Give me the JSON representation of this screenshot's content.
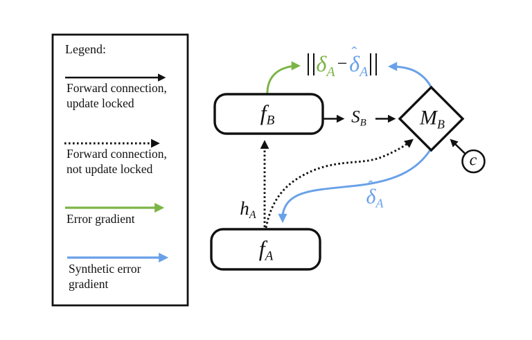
{
  "colors": {
    "ink": "#111111",
    "green": "#7cb446",
    "blue": "#69a1e8",
    "paper": "#ffffff"
  },
  "legend": {
    "title": "Legend:",
    "items": [
      {
        "icon": "black-solid-arrow",
        "line1": "Forward connection,",
        "line2": "update locked"
      },
      {
        "icon": "black-dotted-arrow",
        "line1": "Forward connection,",
        "line2": "not update locked"
      },
      {
        "icon": "green-arrow",
        "line1": "Error gradient",
        "line2": ""
      },
      {
        "icon": "blue-arrow",
        "line1": "Synthetic error",
        "line2": "gradient"
      }
    ]
  },
  "diagram": {
    "nodes": {
      "fB": {
        "main": "f",
        "sub": "B"
      },
      "fA": {
        "main": "f",
        "sub": "A"
      },
      "MB": {
        "main": "M",
        "sub": "B"
      },
      "c": {
        "main": "c"
      }
    },
    "edge_labels": {
      "SB": {
        "main": "S",
        "sub": "B"
      },
      "hA": {
        "main": "h",
        "sub": "A"
      },
      "delta_hat_A": {
        "hat": "ˆ",
        "main": "δ",
        "sub": "A"
      }
    },
    "expression": {
      "text": "‖δA − δ̂A‖",
      "norm_bar": "‖",
      "delta_green": {
        "main": "δ",
        "sub": "A"
      },
      "minus": "−",
      "delta_blue": {
        "hat": "ˆ",
        "main": "δ",
        "sub": "A"
      }
    }
  }
}
